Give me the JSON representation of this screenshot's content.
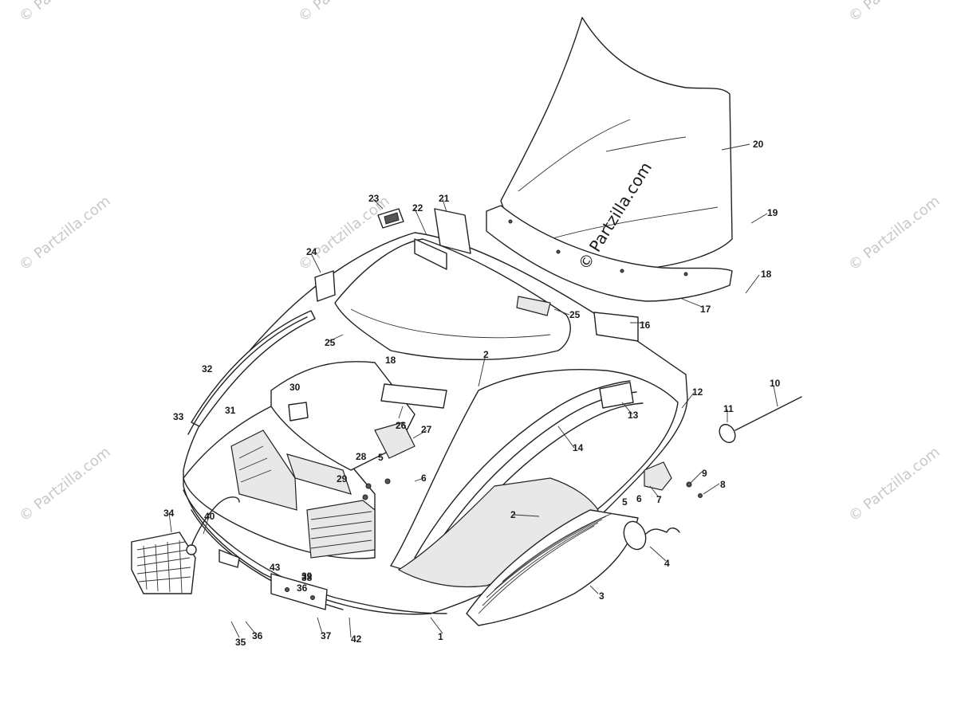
{
  "watermark": {
    "text": "© Partzilla.com",
    "main_text": "© Partzilla.com"
  },
  "callouts": [
    "1",
    "2",
    "2",
    "3",
    "4",
    "5",
    "5",
    "6",
    "6",
    "7",
    "8",
    "9",
    "10",
    "11",
    "12",
    "13",
    "14",
    "16",
    "17",
    "18",
    "18",
    "19",
    "20",
    "21",
    "22",
    "23",
    "24",
    "25",
    "25",
    "26",
    "27",
    "28",
    "29",
    "30",
    "31",
    "32",
    "33",
    "34",
    "35",
    "36",
    "36",
    "37",
    "38",
    "39",
    "40",
    "42",
    "43"
  ]
}
